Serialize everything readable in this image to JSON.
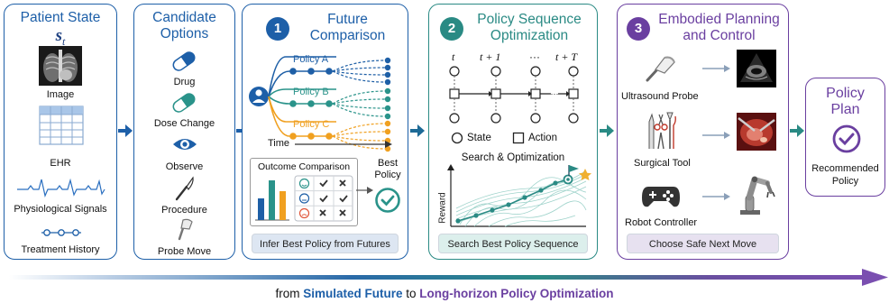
{
  "colors": {
    "blue": "#1d5fa8",
    "teal": "#2a8a84",
    "purple": "#6a3fa0",
    "policyA": "#1e5fa6",
    "policyB": "#2a938a",
    "policyC": "#f0a020"
  },
  "panels": {
    "patient_state": {
      "title": "Patient State",
      "symbol_base": "s",
      "symbol_sub": "t",
      "items": [
        "Image",
        "EHR",
        "Physiological Signals",
        "Treatment History"
      ]
    },
    "candidate_options": {
      "title_line1": "Candidate",
      "title_line2": "Options",
      "items": [
        "Drug",
        "Dose Change",
        "Observe",
        "Procedure",
        "Probe Move"
      ]
    },
    "future_comparison": {
      "badge": "1",
      "title_line1": "Future",
      "title_line2": "Comparison",
      "policies": [
        "Policy A",
        "Policy B",
        "Policy C"
      ],
      "time_label": "Time",
      "outcome_title": "Outcome Comparison",
      "best_policy_line1": "Best",
      "best_policy_line2": "Policy",
      "footer": "Infer Best Policy from Futures"
    },
    "policy_sequence": {
      "badge": "2",
      "title_line1": "Policy Sequence",
      "title_line2": "Optimization",
      "time_t": "t",
      "time_t1": "t + 1",
      "time_ellipsis": "···",
      "time_tT": "t + T",
      "legend_state": "State",
      "legend_action": "Action",
      "search_title": "Search & Optimization",
      "reward_label": "Reward",
      "footer": "Search Best Policy Sequence"
    },
    "embodied": {
      "badge": "3",
      "title_line1": "Embodied Planning",
      "title_line2": "and Control",
      "items": [
        "Ultrasound Probe",
        "Surgical Tool",
        "Robot Controller"
      ],
      "footer": "Choose Safe Next Move"
    },
    "policy_plan": {
      "title_line1": "Policy",
      "title_line2": "Plan",
      "label_line1": "Recommended",
      "label_line2": "Policy"
    }
  },
  "caption": {
    "prefix": "from ",
    "part1": "Simulated Future",
    "middle": " to ",
    "part2": "Long-horizon Policy Optimization"
  }
}
